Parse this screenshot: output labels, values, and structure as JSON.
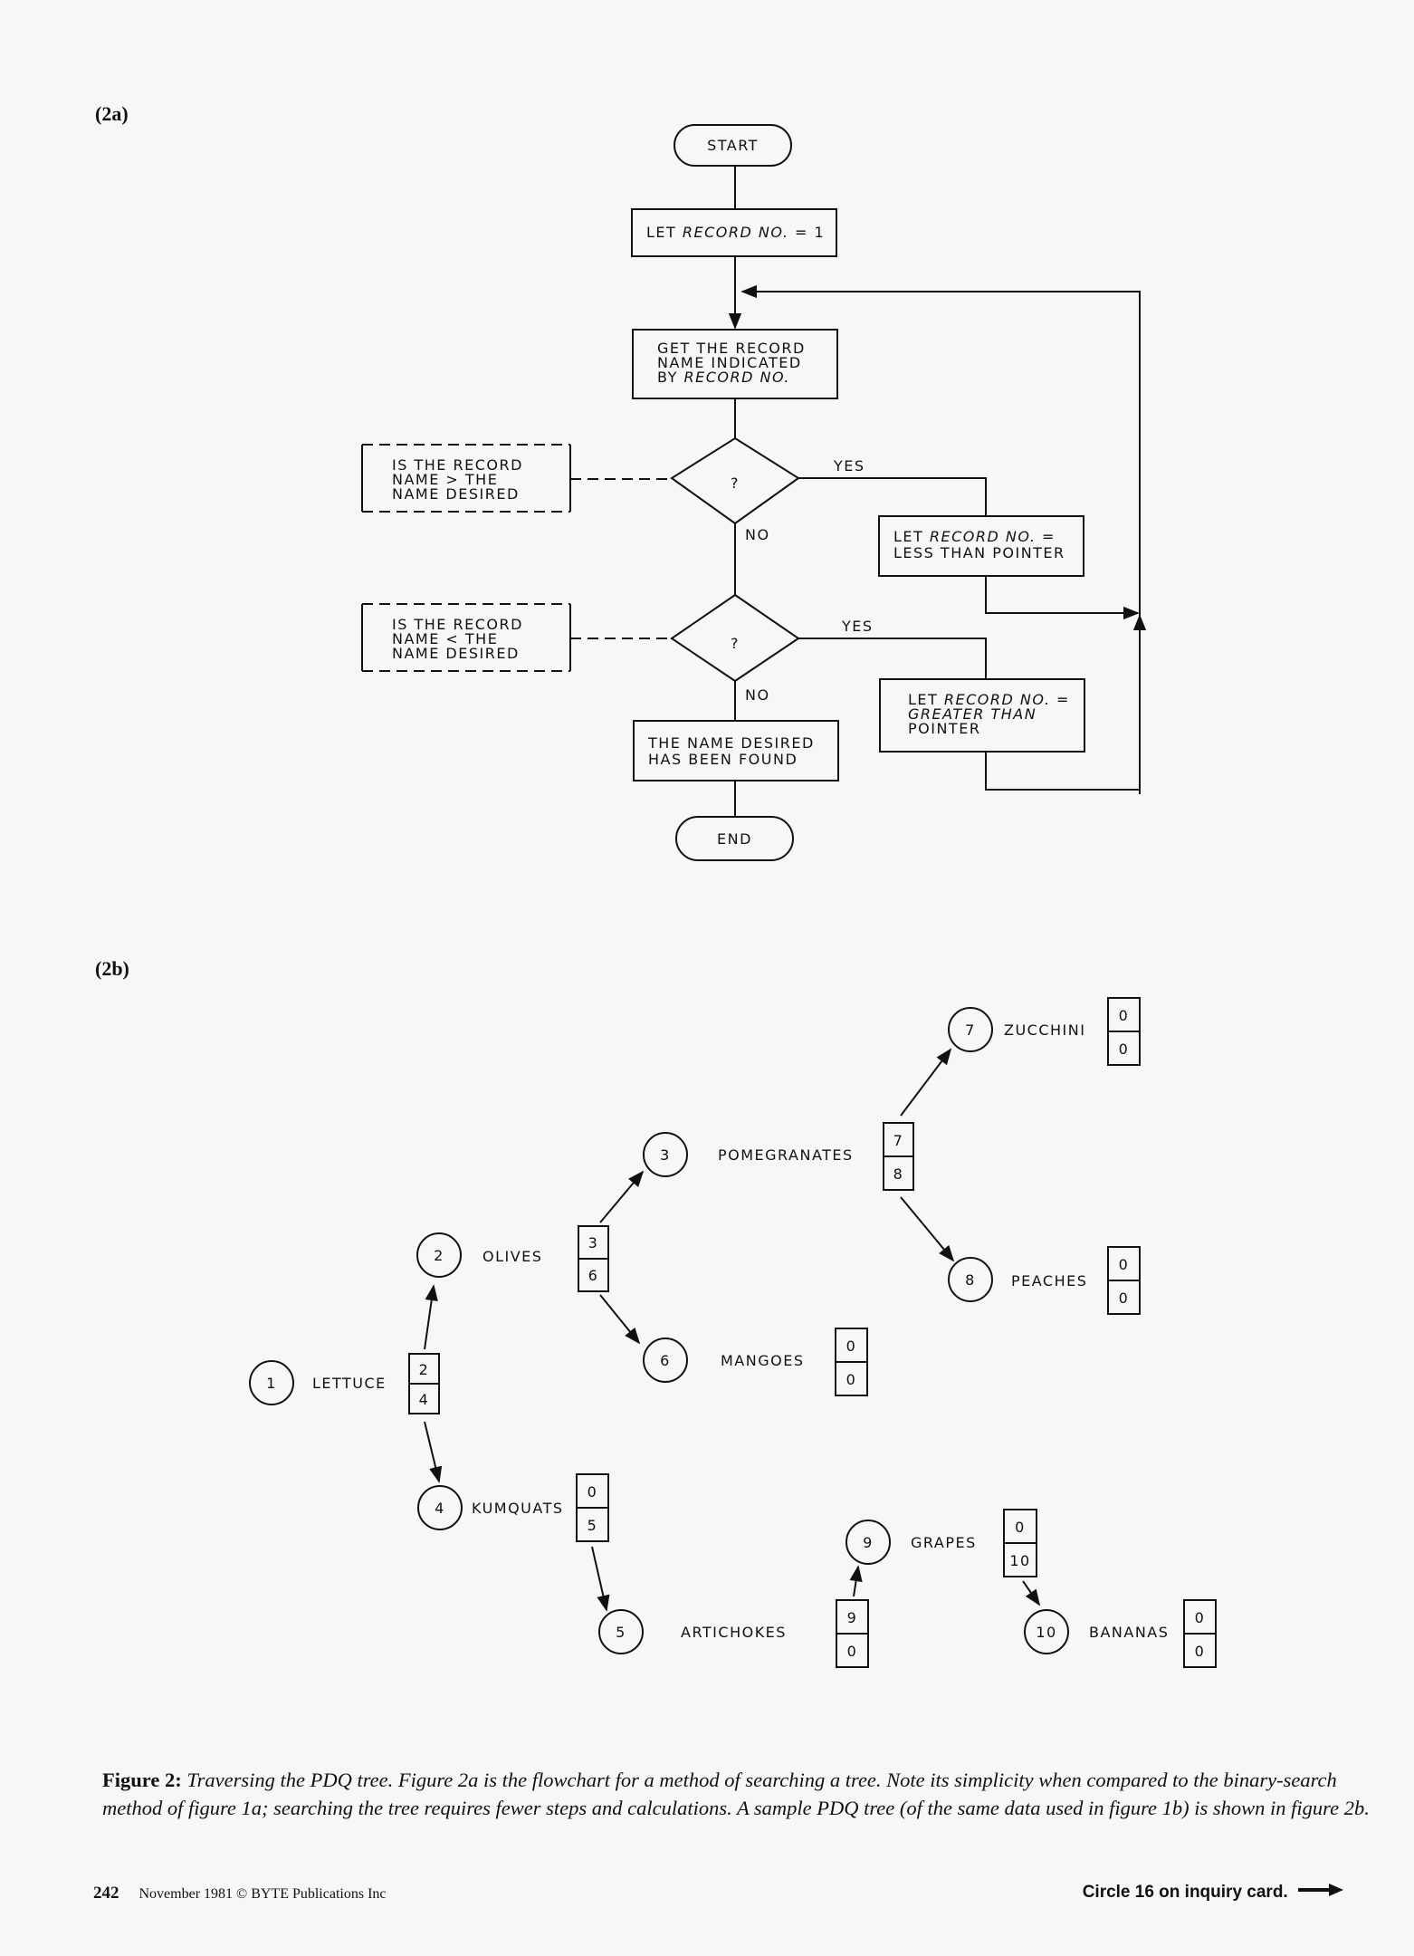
{
  "figure_a": {
    "label": "(2a)",
    "start": "START",
    "end": "END",
    "init": {
      "prefix": "LET ",
      "var": "RECORD NO.",
      "suffix": " = 1"
    },
    "get_record": {
      "line1": "GET THE RECORD",
      "line2": "NAME INDICATED",
      "line3_prefix": "BY ",
      "line3_var": "RECORD NO."
    },
    "decision1": {
      "symbol": "?",
      "yes": "YES",
      "no": "NO"
    },
    "decision2": {
      "symbol": "?",
      "yes": "YES",
      "no": "NO"
    },
    "note1": [
      "IS THE RECORD",
      "NAME > THE",
      "NAME DESIRED"
    ],
    "note2": [
      "IS THE RECORD",
      "NAME < THE",
      "NAME DESIRED"
    ],
    "less": {
      "prefix": "LET ",
      "var": "RECORD NO.",
      "suffix": " =",
      "line2": "LESS THAN POINTER"
    },
    "greater": {
      "prefix": "LET ",
      "var": "RECORD NO.",
      "suffix": " =",
      "line2": "GREATER THAN",
      "line3": "POINTER"
    },
    "found": [
      "THE NAME DESIRED",
      "HAS BEEN FOUND"
    ]
  },
  "figure_b": {
    "label": "(2b)",
    "nodes": [
      {
        "id": "1",
        "name": "LETTUCE",
        "left": "2",
        "right": "4"
      },
      {
        "id": "2",
        "name": "OLIVES",
        "left": "3",
        "right": "6"
      },
      {
        "id": "3",
        "name": "POMEGRANATES",
        "left": "7",
        "right": "8"
      },
      {
        "id": "4",
        "name": "KUMQUATS",
        "left": "0",
        "right": "5"
      },
      {
        "id": "5",
        "name": "ARTICHOKES",
        "left": "9",
        "right": "0"
      },
      {
        "id": "6",
        "name": "MANGOES",
        "left": "0",
        "right": "0"
      },
      {
        "id": "7",
        "name": "ZUCCHINI",
        "left": "0",
        "right": "0"
      },
      {
        "id": "8",
        "name": "PEACHES",
        "left": "0",
        "right": "0"
      },
      {
        "id": "9",
        "name": "GRAPES",
        "left": "0",
        "right": "10"
      },
      {
        "id": "10",
        "name": "BANANAS",
        "left": "0",
        "right": "0"
      }
    ]
  },
  "caption": {
    "label": "Figure 2:",
    "text": "Traversing the PDQ tree. Figure 2a is the flowchart for a method of searching a tree. Note its simplicity when compared to the binary-search method of figure 1a; searching the tree requires fewer steps and calculations. A sample PDQ tree (of the same data used in figure 1b) is shown in figure 2b."
  },
  "footer": {
    "page": "242",
    "credit": "November 1981 © BYTE Publications Inc",
    "inquiry": "Circle 16 on inquiry card."
  }
}
